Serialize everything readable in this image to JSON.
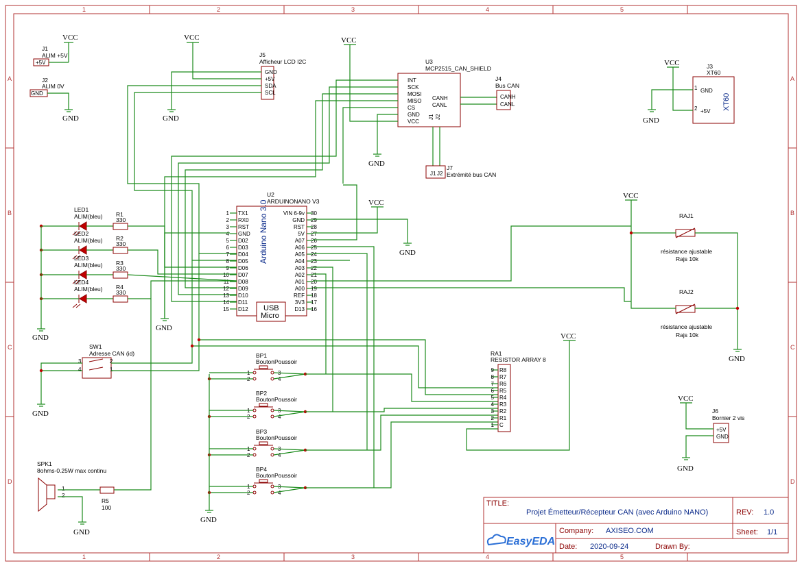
{
  "frame": {
    "columns": [
      "1",
      "2",
      "3",
      "4",
      "5"
    ],
    "rows": [
      "A",
      "B",
      "C",
      "D"
    ],
    "frame_color": "#b03030",
    "wire_color": "#1a8a1a",
    "component_color": "#8b0000"
  },
  "net_labels": {
    "vcc": "VCC",
    "gnd": "GND"
  },
  "components": {
    "j1": {
      "ref": "J1",
      "value": "ALIM +5V",
      "pin": "+5V"
    },
    "j2": {
      "ref": "J2",
      "value": "ALIM 0V",
      "pin": "GND"
    },
    "j5": {
      "ref": "J5",
      "value": "Afficheur LCD I2C",
      "pins": [
        "GND",
        "+5V",
        "SDA",
        "SCL"
      ]
    },
    "u3": {
      "ref": "U3",
      "value": "MCP2515_CAN_SHIELD",
      "left_pins": [
        "INT",
        "SCK",
        "MOSI",
        "MISO",
        "CS",
        "GND",
        "VCC"
      ],
      "right_pins": [
        "CANH",
        "CANL"
      ],
      "bottom_pins": [
        "J1",
        "J2"
      ]
    },
    "j4": {
      "ref": "J4",
      "value": "Bus CAN",
      "pins": [
        "CANH",
        "CANL"
      ]
    },
    "j7": {
      "ref": "J7",
      "value": "Extrémité bus CAN",
      "pins": [
        "J1",
        "J2"
      ]
    },
    "j3": {
      "ref": "J3",
      "value": "XT60",
      "pins": [
        "GND",
        "+5V"
      ],
      "pin_numbers": [
        "1",
        "2"
      ],
      "body_label": "XT60"
    },
    "u2": {
      "ref": "U2",
      "value": "ARDUINONANO V3",
      "body_label": "Arduino Nano 3.0",
      "usb_label_1": "USB",
      "usb_label_2": "Micro",
      "left_nums": [
        "1",
        "2",
        "3",
        "4",
        "5",
        "6",
        "7",
        "8",
        "9",
        "10",
        "11",
        "12",
        "13",
        "14",
        "15"
      ],
      "left_names": [
        "TX1",
        "RX0",
        "RST",
        "GND",
        "D02",
        "D03",
        "D04",
        "D05",
        "D06",
        "D07",
        "D08",
        "D09",
        "D10",
        "D11",
        "D12"
      ],
      "right_nums": [
        "30",
        "29",
        "28",
        "27",
        "26",
        "25",
        "24",
        "23",
        "22",
        "21",
        "20",
        "19",
        "18",
        "17",
        "16"
      ],
      "right_names": [
        "VIN 6-9v",
        "GND",
        "RST",
        "5V",
        "A07",
        "A06",
        "A05",
        "A04",
        "A03",
        "A02",
        "A01",
        "A00",
        "REF",
        "3V3",
        "D13"
      ]
    },
    "leds": [
      {
        "ref": "LED1",
        "value": "ALIM(bleu)"
      },
      {
        "ref": "LED2",
        "value": "ALIM(bleu)"
      },
      {
        "ref": "LED3",
        "value": "ALIM(bleu)"
      },
      {
        "ref": "LED4",
        "value": "ALIM(bleu)"
      }
    ],
    "resistors": [
      {
        "ref": "R1",
        "value": "330"
      },
      {
        "ref": "R2",
        "value": "330"
      },
      {
        "ref": "R3",
        "value": "330"
      },
      {
        "ref": "R4",
        "value": "330"
      }
    ],
    "sw1": {
      "ref": "SW1",
      "value": "Adresse CAN (id)",
      "pins": [
        "3",
        "4",
        "2",
        "1"
      ]
    },
    "buttons": [
      {
        "ref": "BP1",
        "value": "BoutonPoussoir",
        "pins": [
          "1",
          "2",
          "3",
          "4"
        ]
      },
      {
        "ref": "BP2",
        "value": "BoutonPoussoir",
        "pins": [
          "1",
          "2",
          "3",
          "4"
        ]
      },
      {
        "ref": "BP3",
        "value": "BoutonPoussoir",
        "pins": [
          "1",
          "2",
          "3",
          "4"
        ]
      },
      {
        "ref": "BP4",
        "value": "BoutonPoussoir",
        "pins": [
          "1",
          "2",
          "3",
          "4"
        ]
      }
    ],
    "ra1": {
      "ref": "RA1",
      "value": "RESISTOR ARRAY 8",
      "nums": [
        "9",
        "8",
        "7",
        "6",
        "5",
        "4",
        "3",
        "2",
        "1"
      ],
      "names": [
        "R8",
        "R7",
        "R6",
        "R5",
        "R4",
        "R3",
        "R2",
        "R1",
        "C"
      ]
    },
    "spk1": {
      "ref": "SPK1",
      "value": "8ohms-0.25W max continu",
      "pins": [
        "1",
        "2"
      ]
    },
    "r5": {
      "ref": "R5",
      "value": "100"
    },
    "raj1": {
      "ref": "RAJ1",
      "value1": "résistance ajustable",
      "value2": "Rajs 10k"
    },
    "raj2": {
      "ref": "RAJ2",
      "value1": "résistance ajustable",
      "value2": "Rajs 10k"
    },
    "j6": {
      "ref": "J6",
      "value": "Bornier 2 vis",
      "pins": [
        "+5V",
        "GND"
      ]
    }
  },
  "title_block": {
    "title_label": "TITLE:",
    "title": "Projet Émetteur/Récepteur CAN (avec Arduino NANO)",
    "rev_label": "REV:",
    "rev": "1.0",
    "company_label": "Company:",
    "company": "AXISEO.COM",
    "sheet_label": "Sheet:",
    "sheet": "1/1",
    "date_label": "Date:",
    "date": "2020-09-24",
    "drawn_label": "Drawn By:",
    "drawn_by": "",
    "logo_text": "EasyEDA",
    "logo_color": "#2b6fd6"
  }
}
